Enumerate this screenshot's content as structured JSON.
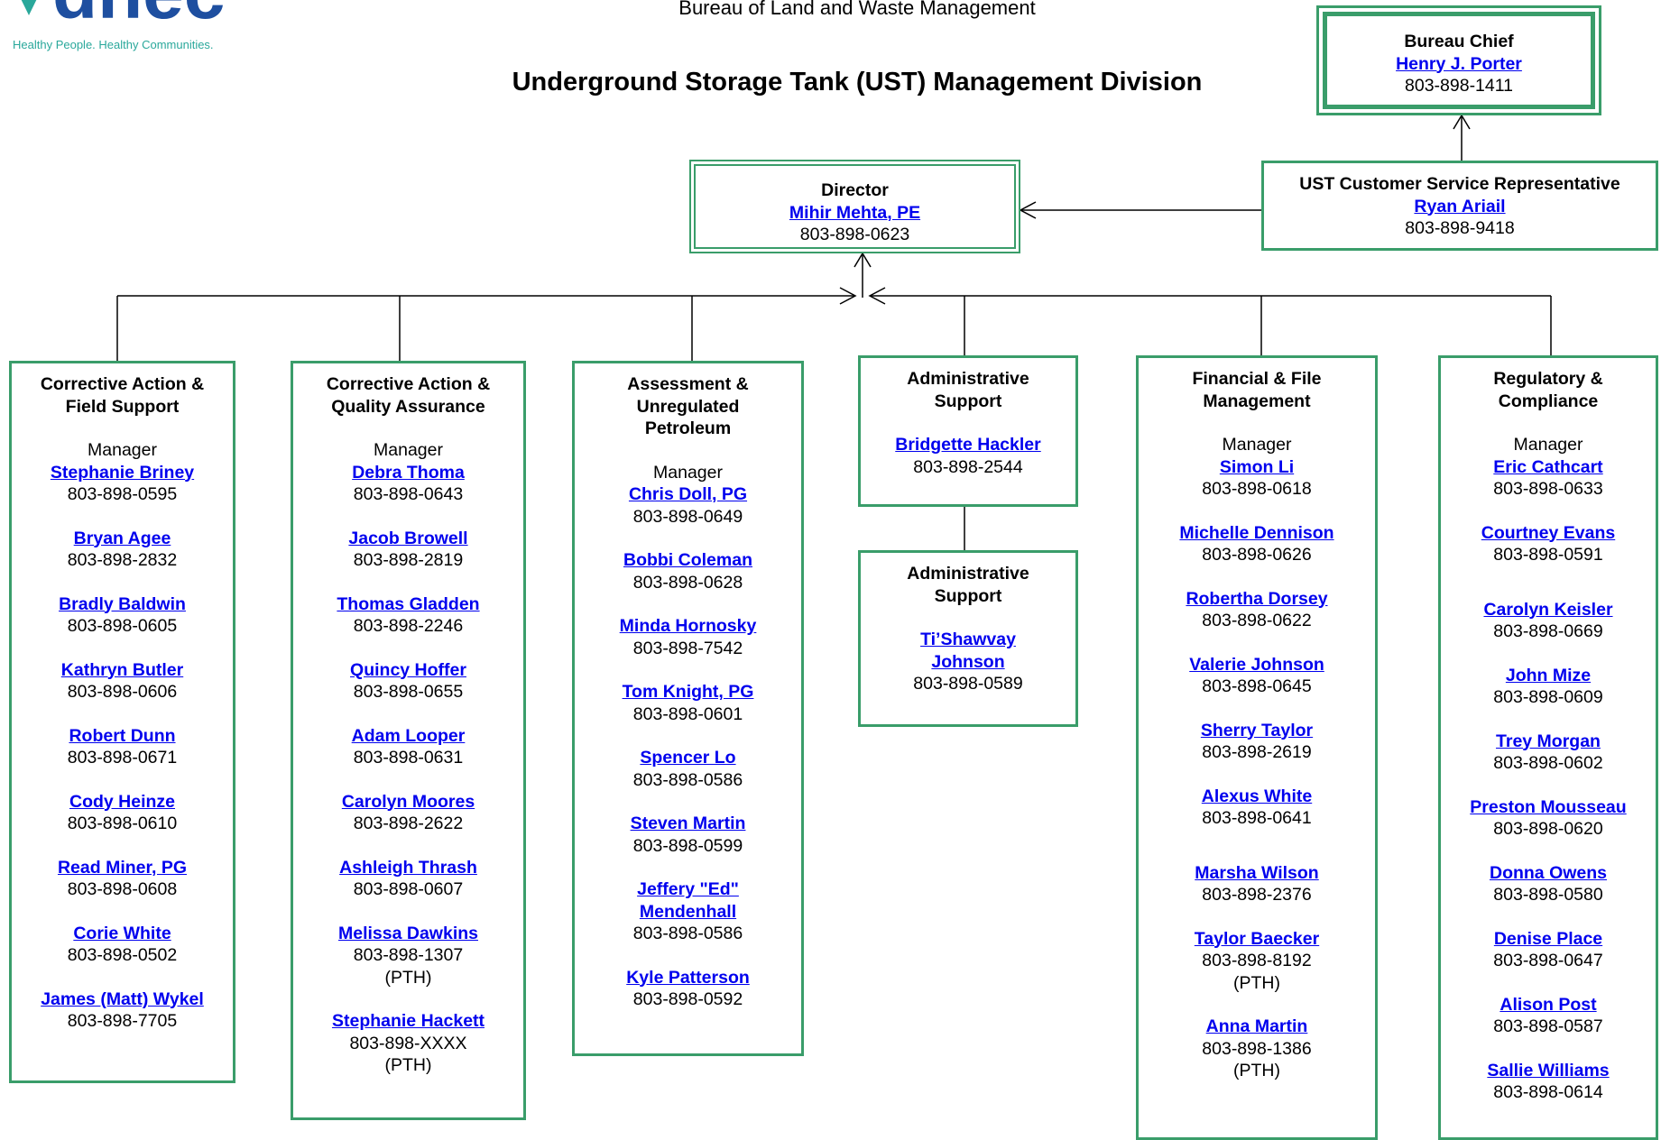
{
  "header": {
    "logo_text": "dhec",
    "tagline": "Healthy People. Healthy Communities.",
    "bureau": "Bureau of Land and Waste Management",
    "division": "Underground Storage Tank (UST) Management Division"
  },
  "colors": {
    "border": "#3a9d6a",
    "link": "#0000ee",
    "logo": "#1e4fa0",
    "tagline": "#2aa89b"
  },
  "bureau_chief": {
    "title": "Bureau Chief",
    "name": "Henry J. Porter",
    "phone": "803-898-1411"
  },
  "director": {
    "title": "Director",
    "name": "Mihir Mehta, PE",
    "phone": "803-898-0623"
  },
  "csr": {
    "title": "UST Customer Service Representative",
    "name": "Ryan Ariail",
    "phone": "803-898-9418"
  },
  "columns": [
    {
      "title": [
        "Corrective Action &",
        "Field Support"
      ],
      "manager_label": "Manager",
      "people": [
        {
          "name": "Stephanie Briney",
          "phone": "803-898-0595"
        },
        {
          "name": "Bryan Agee",
          "phone": "803-898-2832"
        },
        {
          "name": "Bradly Baldwin",
          "phone": "803-898-0605"
        },
        {
          "name": "Kathryn Butler",
          "phone": "803-898-0606"
        },
        {
          "name": "Robert Dunn",
          "phone": "803-898-0671"
        },
        {
          "name": "Cody Heinze",
          "phone": "803-898-0610"
        },
        {
          "name": "Read Miner, PG",
          "phone": "803-898-0608"
        },
        {
          "name": "Corie White",
          "phone": "803-898-0502"
        },
        {
          "name": "James (Matt) Wykel",
          "phone": "803-898-7705"
        }
      ]
    },
    {
      "title": [
        "Corrective Action &",
        "Quality Assurance"
      ],
      "manager_label": "Manager",
      "people": [
        {
          "name": "Debra Thoma",
          "phone": "803-898-0643"
        },
        {
          "name": "Jacob Browell",
          "phone": "803-898-2819"
        },
        {
          "name": "Thomas Gladden",
          "phone": "803-898-2246"
        },
        {
          "name": "Quincy Hoffer",
          "phone": "803-898-0655"
        },
        {
          "name": "Adam Looper",
          "phone": "803-898-0631"
        },
        {
          "name": "Carolyn Moores",
          "phone": "803-898-2622"
        },
        {
          "name": "Ashleigh Thrash",
          "phone": "803-898-0607"
        },
        {
          "name": "Melissa Dawkins",
          "phone": "803-898-1307",
          "note": "(PTH)"
        },
        {
          "name": "Stephanie Hackett",
          "phone": "803-898-XXXX",
          "note": "(PTH)"
        }
      ]
    },
    {
      "title": [
        "Assessment &",
        "Unregulated",
        "Petroleum"
      ],
      "manager_label": "Manager",
      "people": [
        {
          "name": "Chris Doll, PG",
          "phone": "803-898-0649"
        },
        {
          "name": "Bobbi Coleman",
          "phone": "803-898-0628"
        },
        {
          "name": "Minda Hornosky",
          "phone": "803-898-7542"
        },
        {
          "name": "Tom Knight, PG",
          "phone": "803-898-0601"
        },
        {
          "name": "Spencer Lo",
          "phone": "803-898-0586"
        },
        {
          "name": "Steven Martin",
          "phone": "803-898-0599"
        },
        {
          "name": "Jeffery \"Ed\" Mendenhall",
          "phone": "803-898-0586"
        },
        {
          "name": "Kyle Patterson",
          "phone": "803-898-0592"
        }
      ]
    },
    {
      "title": [
        "Financial & File",
        "Management"
      ],
      "manager_label": "Manager",
      "people": [
        {
          "name": "Simon Li",
          "phone": "803-898-0618"
        },
        {
          "name": "Michelle Dennison",
          "phone": "803-898-0626"
        },
        {
          "name": "Robertha Dorsey",
          "phone": "803-898-0622"
        },
        {
          "name": "Valerie Johnson",
          "phone": "803-898-0645"
        },
        {
          "name": "Sherry Taylor",
          "phone": "803-898-2619"
        },
        {
          "name": "Alexus White",
          "phone": "803-898-0641"
        },
        {
          "name": "Marsha Wilson",
          "phone": "803-898-2376"
        },
        {
          "name": "Taylor Baecker",
          "phone": "803-898-8192",
          "note": "(PTH)"
        },
        {
          "name": "Anna Martin",
          "phone": "803-898-1386",
          "note": "(PTH)"
        }
      ]
    },
    {
      "title": [
        "Regulatory &",
        "Compliance"
      ],
      "manager_label": "Manager",
      "people": [
        {
          "name": "Eric Cathcart",
          "phone": "803-898-0633"
        },
        {
          "name": "Courtney Evans",
          "phone": "803-898-0591"
        },
        {
          "name": "Carolyn Keisler",
          "phone": "803-898-0669"
        },
        {
          "name": "John Mize",
          "phone": "803-898-0609"
        },
        {
          "name": "Trey Morgan",
          "phone": "803-898-0602"
        },
        {
          "name": "Preston Mousseau",
          "phone": "803-898-0620"
        },
        {
          "name": "Donna Owens",
          "phone": "803-898-0580"
        },
        {
          "name": "Denise Place",
          "phone": "803-898-0647"
        },
        {
          "name": "Alison Post",
          "phone": "803-898-0587"
        },
        {
          "name": "Sallie Williams",
          "phone": "803-898-0614"
        }
      ]
    }
  ],
  "admin_support_1": {
    "title": [
      "Administrative",
      "Support"
    ],
    "name": "Bridgette Hackler",
    "phone": "803-898-2544"
  },
  "admin_support_2": {
    "title": [
      "Administrative",
      "Support"
    ],
    "name_lines": [
      "Ti’Shawvay",
      "Johnson"
    ],
    "phone": "803-898-0589"
  }
}
